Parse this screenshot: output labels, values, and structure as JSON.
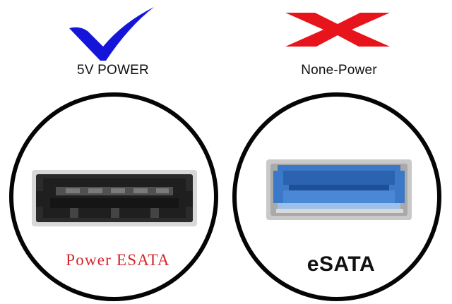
{
  "left": {
    "mark_icon": "checkmark-icon",
    "mark_color": "#1515d9",
    "caption": "5V POWER",
    "connector_icon": "power-esata-port-icon",
    "port_label": "Power ESATA",
    "port_label_color": "#d3262b"
  },
  "right": {
    "mark_icon": "cross-icon",
    "mark_color": "#e8141c",
    "caption": "None-Power",
    "connector_icon": "esata-port-icon",
    "port_label": "eSATA",
    "port_label_color": "#111111",
    "port_color": "#3b78c7"
  }
}
